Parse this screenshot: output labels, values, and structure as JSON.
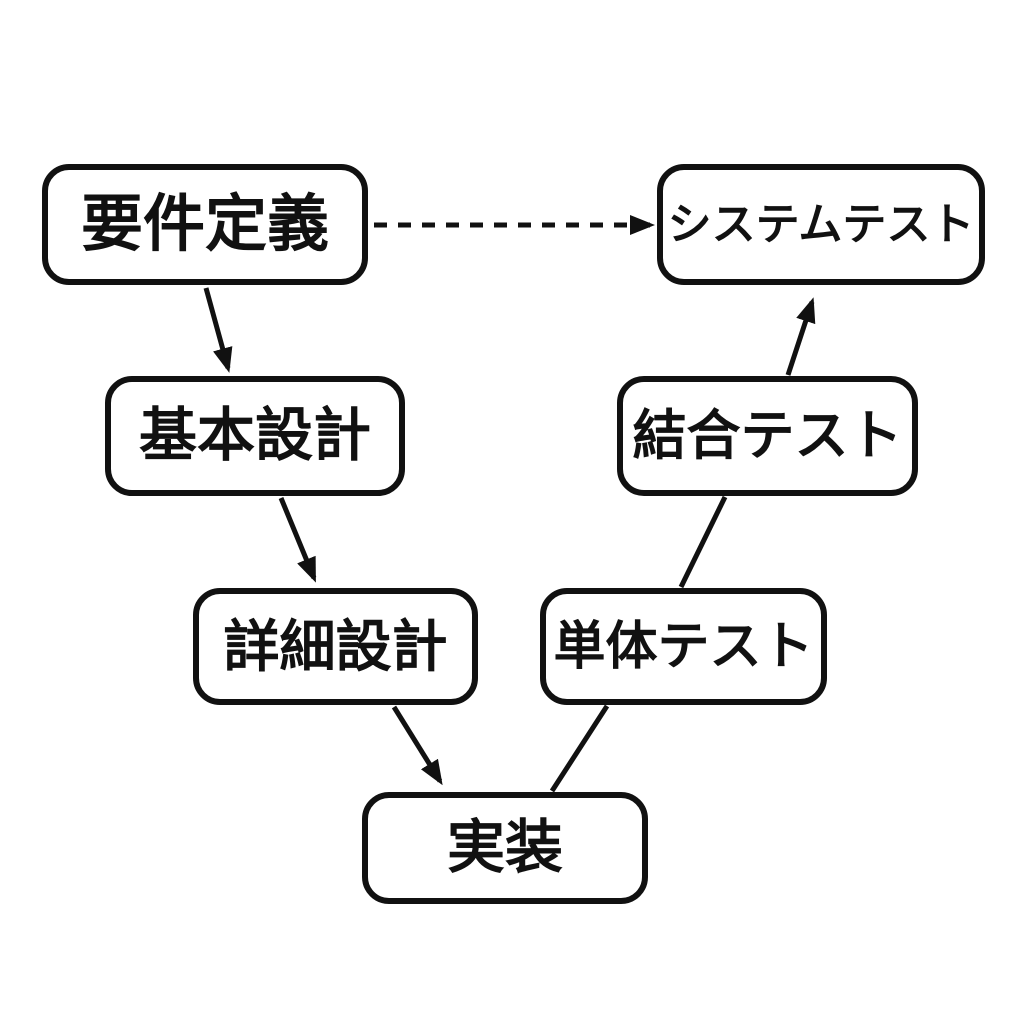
{
  "diagram": {
    "background_color": "#ffffff",
    "stroke_color": "#111111",
    "nodes": [
      {
        "id": "requirements",
        "label": "要件定義"
      },
      {
        "id": "system-test",
        "label": "システムテスト"
      },
      {
        "id": "basic-design",
        "label": "基本設計"
      },
      {
        "id": "integration-test",
        "label": "結合テスト"
      },
      {
        "id": "detailed-design",
        "label": "詳細設計"
      },
      {
        "id": "unit-test",
        "label": "単体テスト"
      },
      {
        "id": "implementation",
        "label": "実装"
      }
    ],
    "edges": [
      {
        "from": "要件定義",
        "to": "システムテスト",
        "style": "dashed",
        "arrowhead": true,
        "direction": "right"
      },
      {
        "from": "要件定義",
        "to": "基本設計",
        "style": "solid",
        "arrowhead": true,
        "direction": "down"
      },
      {
        "from": "基本設計",
        "to": "詳細設計",
        "style": "solid",
        "arrowhead": true,
        "direction": "down"
      },
      {
        "from": "詳細設計",
        "to": "実装",
        "style": "solid",
        "arrowhead": true,
        "direction": "down"
      },
      {
        "from": "実装",
        "to": "単体テスト",
        "style": "solid",
        "arrowhead": false,
        "direction": "up"
      },
      {
        "from": "単体テスト",
        "to": "結合テスト",
        "style": "solid",
        "arrowhead": false,
        "direction": "up"
      },
      {
        "from": "結合テスト",
        "to": "システムテスト",
        "style": "solid",
        "arrowhead": true,
        "direction": "up"
      }
    ]
  }
}
